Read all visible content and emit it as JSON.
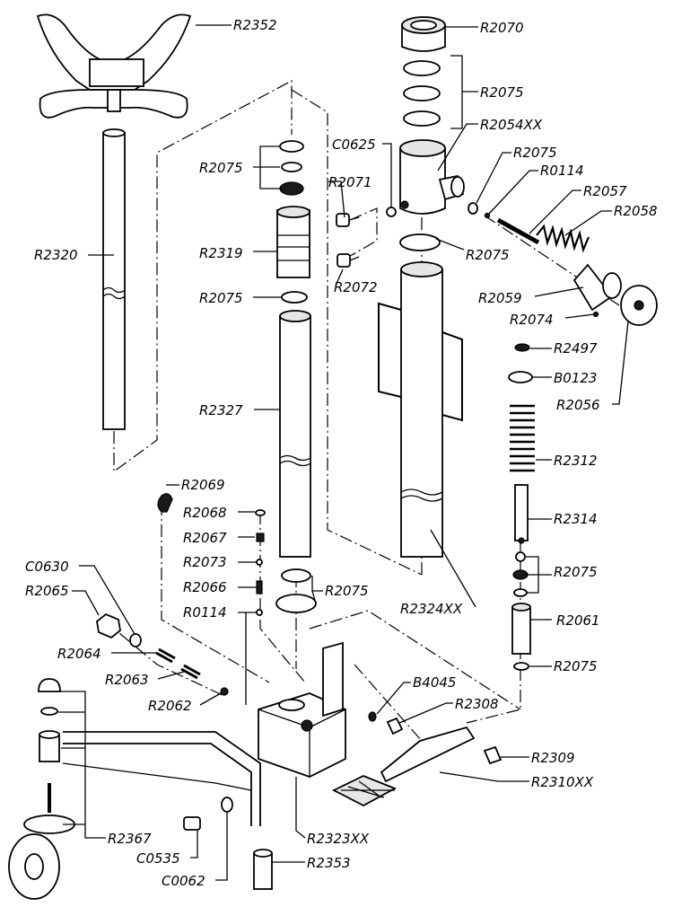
{
  "labels": {
    "R2352": "R2352",
    "R2320": "R2320",
    "R2070": "R2070",
    "R2075_a": "R2075",
    "R2054XX": "R2054XX",
    "C0625": "C0625",
    "R2075_b": "R2075",
    "R0114_a": "R0114",
    "R2057": "R2057",
    "R2058": "R2058",
    "R2075_c": "R2075",
    "R2071": "R2071",
    "R2319": "R2319",
    "R2072": "R2072",
    "R2075_d": "R2075",
    "R2075_e": "R2075",
    "R2059": "R2059",
    "R2074": "R2074",
    "R2497": "R2497",
    "B0123": "B0123",
    "R2056": "R2056",
    "R2327": "R2327",
    "R2312": "R2312",
    "R2069": "R2069",
    "R2068": "R2068",
    "R2314": "R2314",
    "R2067": "R2067",
    "R2073": "R2073",
    "C0630": "C0630",
    "R2075_f": "R2075",
    "R2066": "R2066",
    "R2065": "R2065",
    "R2075_g": "R2075",
    "R0114_b": "R0114",
    "R2324XX": "R2324XX",
    "R2061": "R2061",
    "R2064": "R2064",
    "R2075_h": "R2075",
    "B4045": "B4045",
    "R2063": "R2063",
    "R2308": "R2308",
    "R2062": "R2062",
    "R2309": "R2309",
    "R2310XX": "R2310XX",
    "R2367": "R2367",
    "R2323XX": "R2323XX",
    "C0535": "C0535",
    "R2353": "R2353",
    "C0062": "C0062"
  }
}
